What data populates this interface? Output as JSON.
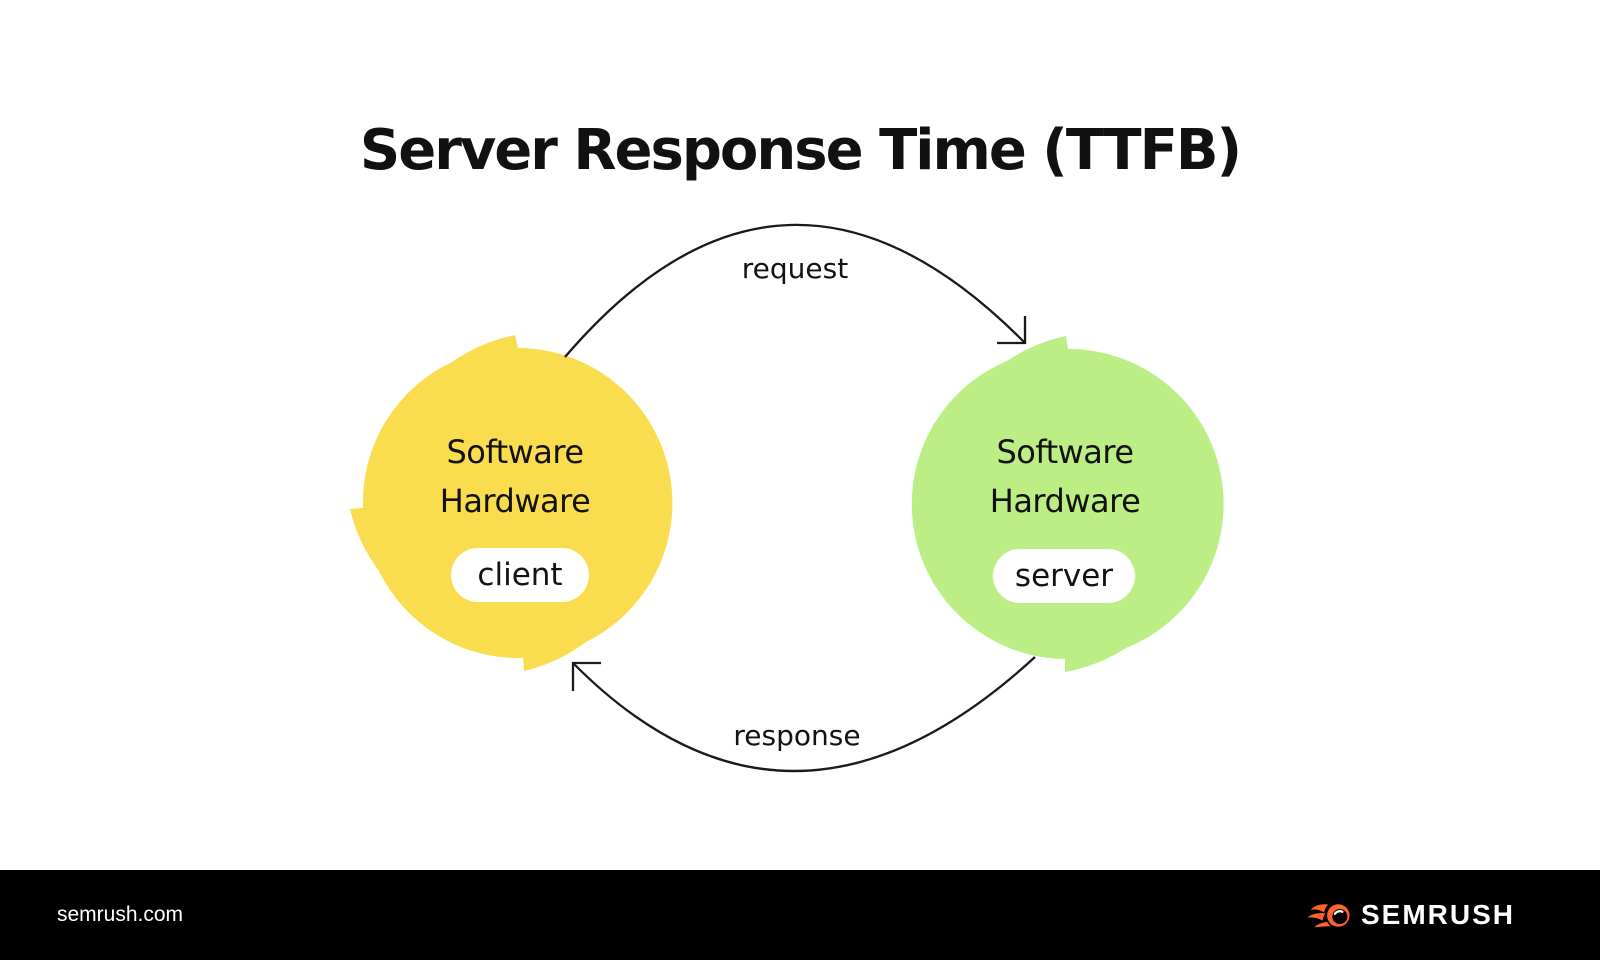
{
  "title": "Server Response Time (TTFB)",
  "diagram": {
    "client": {
      "label_line1": "Software",
      "label_line2": "Hardware",
      "badge": "client",
      "color": "#FADD4E"
    },
    "server": {
      "label_line1": "Software",
      "label_line2": "Hardware",
      "badge": "server",
      "color": "#BCEE85"
    },
    "request_label": "request",
    "response_label": "response",
    "arrow_color": "#1A1A1A"
  },
  "footer": {
    "site": "semrush.com",
    "brand": "SEMRUSH",
    "logo_icon": "semrush-comet-icon",
    "background": "#000000",
    "brand_accent": "#FF642D"
  }
}
